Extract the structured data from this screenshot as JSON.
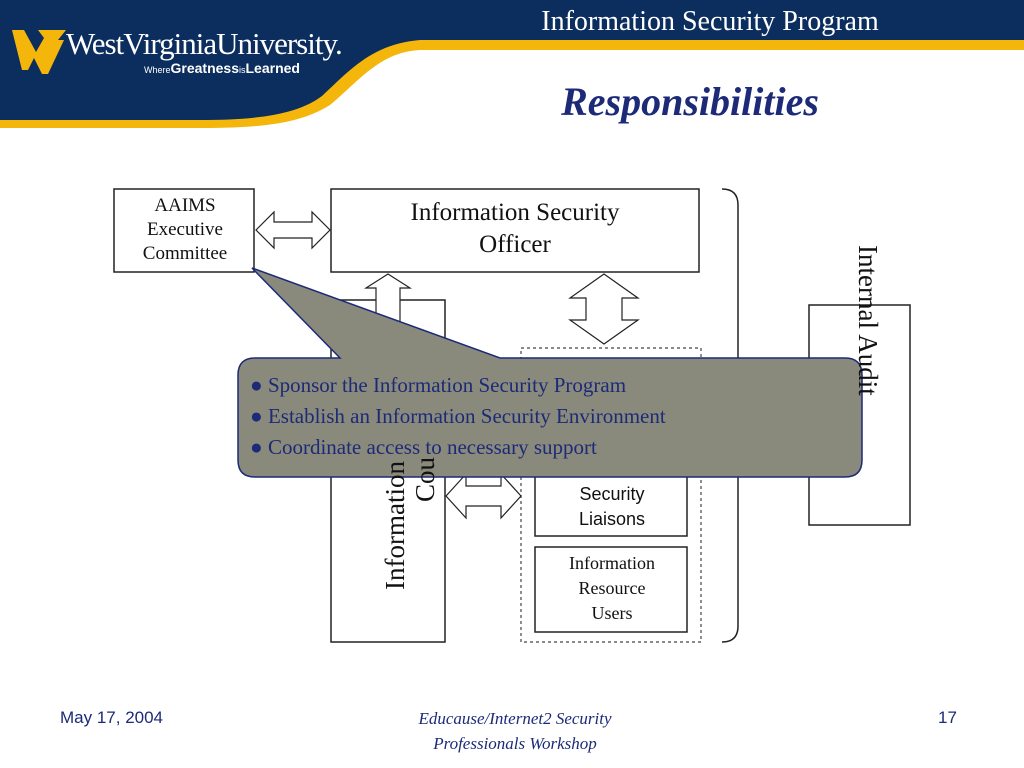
{
  "header": {
    "title": "Information Security Program",
    "logo": {
      "name": "WestVirginiaUniversity.",
      "tagline_prefix": "Where",
      "tagline_main": "Greatness",
      "tagline_mid": "is",
      "tagline_end": "Learned"
    },
    "colors": {
      "navy": "#0c2e5e",
      "gold": "#f5b60b",
      "accent_text": "#1c2a78"
    }
  },
  "slide": {
    "title": "Responsibilities"
  },
  "diagram": {
    "aaims_committee": "AAIMS Executive Committee",
    "aaims_lines": [
      "AAIMS",
      "Executive",
      "Committee"
    ],
    "security_officer_lines": [
      "Information Security",
      "Officer"
    ],
    "security_council_lines": [
      "Information",
      "Cou"
    ],
    "security_liaisons_lines": [
      "Security",
      "Liaisons"
    ],
    "resource_users_lines": [
      "Information",
      "Resource",
      "Users"
    ],
    "internal_audit": "Internal Audit",
    "internal_audit_visible": "Internal Audit"
  },
  "callout": {
    "bullet": "●",
    "items": [
      "Sponsor the Information Security Program",
      "Establish an Information Security Environment",
      "Coordinate access to necessary support"
    ],
    "fill": "#8a8a7c"
  },
  "footer": {
    "date": "May 17, 2004",
    "center_line1": "Educause/Internet2 Security",
    "center_line2": "Professionals Workshop",
    "page": "17"
  }
}
